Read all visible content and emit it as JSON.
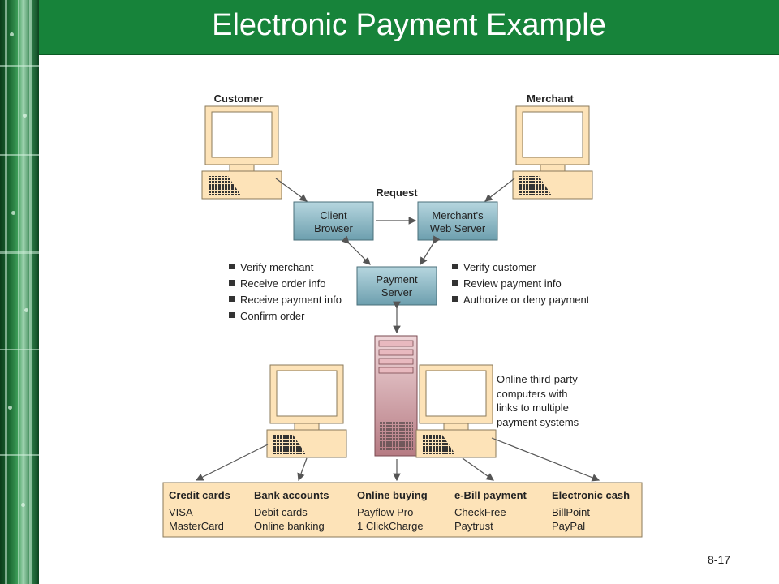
{
  "slide": {
    "title": "Electronic Payment Example",
    "number": "8-17"
  },
  "diagram": {
    "customer_label": "Customer",
    "merchant_label": "Merchant",
    "request_label": "Request",
    "client_browser": [
      "Client",
      "Browser"
    ],
    "merchant_server": [
      "Merchant's",
      "Web Server"
    ],
    "payment_server": [
      "Payment",
      "Server"
    ],
    "left_bullets": [
      "Verify merchant",
      "Receive order info",
      "Receive payment info",
      "Confirm order"
    ],
    "right_bullets": [
      "Verify customer",
      "Review payment info",
      "Authorize or deny payment"
    ],
    "third_party_note": [
      "Online third-party",
      "computers with",
      "links to multiple",
      "payment systems"
    ],
    "payment_systems": [
      {
        "heading": "Credit cards",
        "items": [
          "VISA",
          "MasterCard"
        ]
      },
      {
        "heading": "Bank accounts",
        "items": [
          "Debit cards",
          "Online banking"
        ]
      },
      {
        "heading": "Online buying",
        "items": [
          "Payflow Pro",
          "1 ClickCharge"
        ]
      },
      {
        "heading": "e-Bill payment",
        "items": [
          "CheckFree",
          "Paytrust"
        ]
      },
      {
        "heading": "Electronic cash",
        "items": [
          "BillPoint",
          "PayPal"
        ]
      }
    ]
  },
  "colors": {
    "title_bar": "#17833a",
    "computer_fill": "#fde3b8",
    "server_box": "#8fb9c6",
    "tower": "#d9a6ac",
    "arrow": "#555555"
  }
}
